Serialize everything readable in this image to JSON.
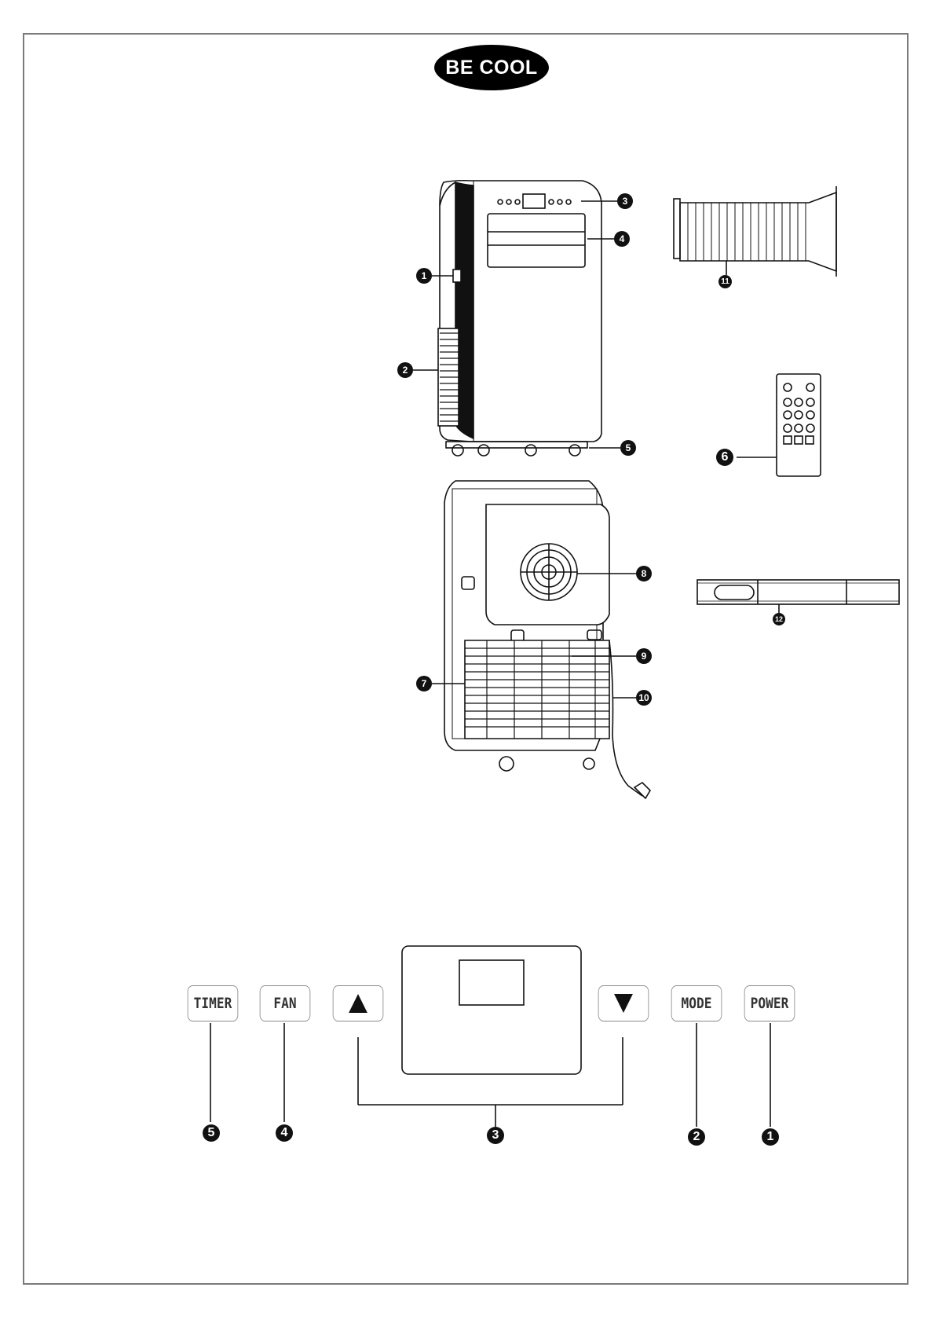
{
  "brand": {
    "logo_text": "BE COOL",
    "logo_color": "#000000"
  },
  "unit_callouts": [
    "1",
    "2",
    "3",
    "4",
    "5",
    "6",
    "7",
    "8",
    "9",
    "10",
    "11",
    "12"
  ],
  "control_panel": {
    "buttons": [
      {
        "id": "timer",
        "label": "TIMER"
      },
      {
        "id": "fan",
        "label": "FAN"
      },
      {
        "id": "up",
        "label": "up-arrow-icon"
      },
      {
        "id": "down",
        "label": "down-arrow-icon"
      },
      {
        "id": "mode",
        "label": "MODE"
      },
      {
        "id": "power",
        "label": "POWER"
      }
    ],
    "callouts": [
      "5",
      "4",
      "3",
      "2",
      "1"
    ]
  }
}
